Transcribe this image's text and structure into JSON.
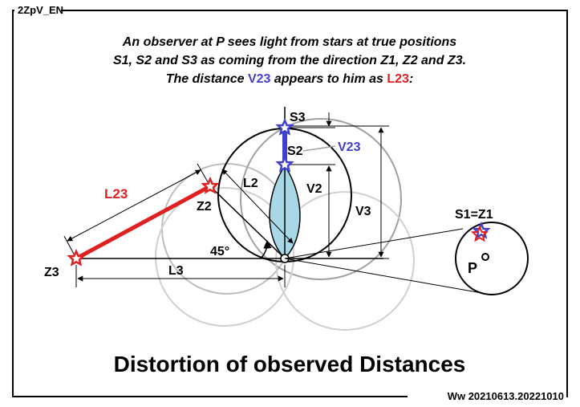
{
  "header": {
    "id_tag": "2ZpV_EN"
  },
  "caption": {
    "line1_text": "An observer at P sees light from stars at true positions",
    "line2_text": "S1, S2 and S3 as coming from the direction Z1, Z2 and Z3.",
    "line3_before": "The distance ",
    "line3_v23": "V23",
    "line3_middle": " appears to him as ",
    "line3_l23": "L23",
    "line3_after": ":"
  },
  "labels": {
    "s3": "S3",
    "s2": "S2",
    "v23": "V23",
    "v2": "V2",
    "v3": "V3",
    "l2": "L2",
    "l23": "L23",
    "z2": "Z2",
    "z3": "Z3",
    "l3": "L3",
    "angle": "45°",
    "s1z1": "S1=Z1",
    "p": "P"
  },
  "title": "Distortion of observed Distances",
  "footer": {
    "version": "Ww 20210613.20221010"
  },
  "colors": {
    "red": "#e02020",
    "blue": "#4040d0",
    "lens_fill": "#a8d8e8",
    "grey_circle": "#c8c8c8",
    "text": "#000000"
  }
}
